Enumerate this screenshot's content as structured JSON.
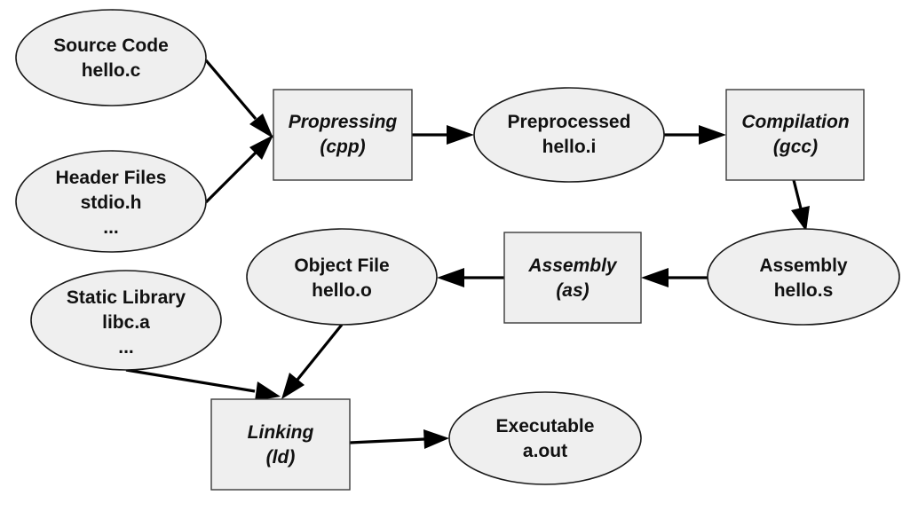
{
  "nodes": {
    "source": {
      "lines": [
        "Source Code",
        "hello.c"
      ]
    },
    "header": {
      "lines": [
        "Header Files",
        "stdio.h",
        "..."
      ]
    },
    "preprocess": {
      "lines": [
        "Propressing",
        "(cpp)"
      ]
    },
    "preprocessed": {
      "lines": [
        "Preprocessed",
        "hello.i"
      ]
    },
    "compile": {
      "lines": [
        "Compilation",
        "(gcc)"
      ]
    },
    "asm_file": {
      "lines": [
        "Assembly",
        "hello.s"
      ]
    },
    "assemble": {
      "lines": [
        "Assembly",
        "(as)"
      ]
    },
    "object": {
      "lines": [
        "Object File",
        "hello.o"
      ]
    },
    "static_lib": {
      "lines": [
        "Static Library",
        "libc.a",
        "..."
      ]
    },
    "link": {
      "lines": [
        "Linking",
        "(ld)"
      ]
    },
    "executable": {
      "lines": [
        "Executable",
        "a.out"
      ]
    }
  },
  "edges": [
    {
      "from": "source",
      "to": "preprocess"
    },
    {
      "from": "header",
      "to": "preprocess"
    },
    {
      "from": "preprocess",
      "to": "preprocessed"
    },
    {
      "from": "preprocessed",
      "to": "compile"
    },
    {
      "from": "compile",
      "to": "asm_file"
    },
    {
      "from": "asm_file",
      "to": "assemble"
    },
    {
      "from": "assemble",
      "to": "object"
    },
    {
      "from": "object",
      "to": "link"
    },
    {
      "from": "static_lib",
      "to": "link"
    },
    {
      "from": "link",
      "to": "executable"
    }
  ]
}
